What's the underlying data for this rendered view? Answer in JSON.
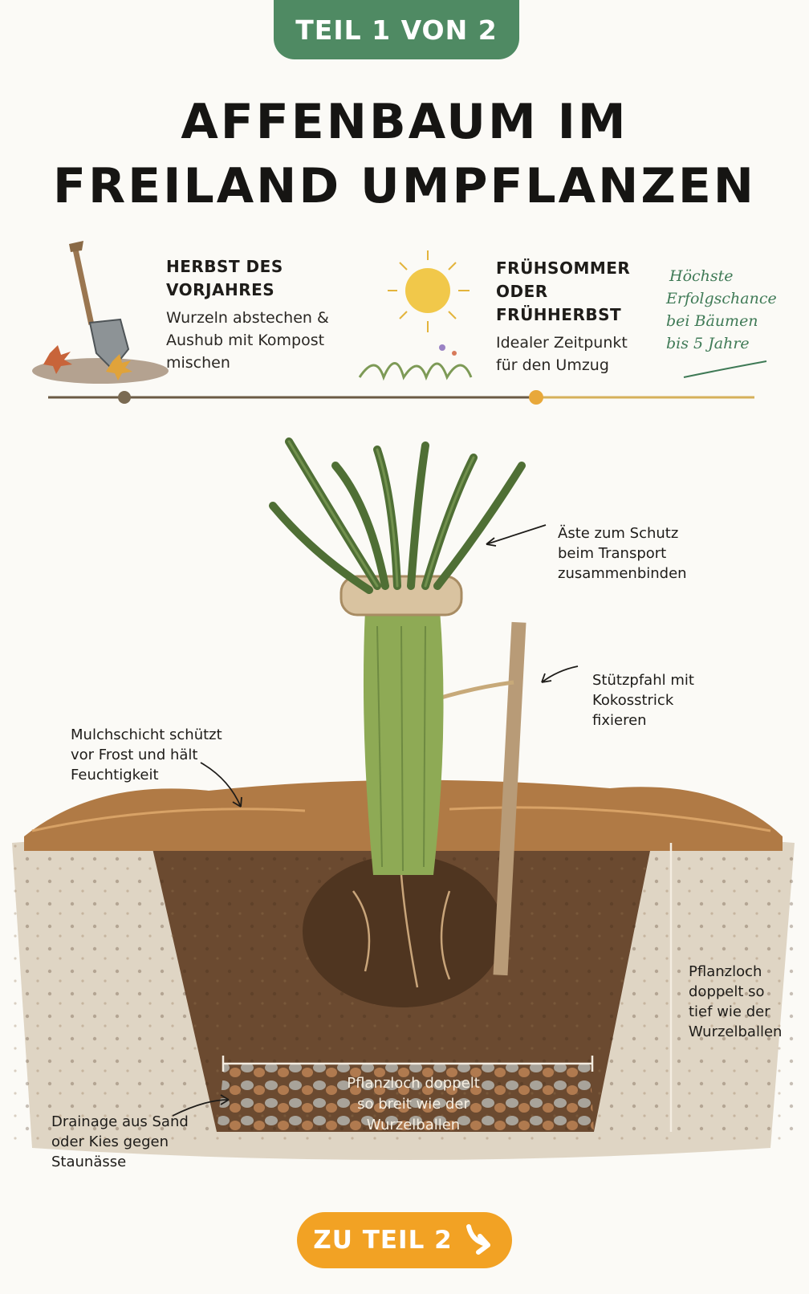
{
  "header": {
    "badge": "TEIL 1 VON 2",
    "title_line1": "AFFENBAUM IM",
    "title_line2": "FREILAND UMPFLANZEN"
  },
  "timeline": {
    "step1": {
      "heading_line1": "HERBST DES",
      "heading_line2": "VORJAHRES",
      "text_line1": "Wurzeln abstechen &",
      "text_line2": "Aushub mit Kompost",
      "text_line3": "mischen",
      "icon": "shovel-icon"
    },
    "step2": {
      "heading_line1": "FRÜHSOMMER",
      "heading_line2": "ODER",
      "heading_line3": "FRÜHHERBST",
      "text_line1": "Idealer Zeitpunkt",
      "text_line2": "für den Umzug",
      "icon": "sun-icon"
    },
    "note_line1": "Höchste",
    "note_line2": "Erfolgschance",
    "note_line3": "bei Bäumen",
    "note_line4": "bis 5 Jahre"
  },
  "annotations": {
    "branches": [
      "Äste zum Schutz",
      "beim Transport",
      "zusammenbinden"
    ],
    "stake": [
      "Stützpfahl mit",
      "Kokosstrick",
      "fixieren"
    ],
    "mulch": [
      "Mulchschicht schützt",
      "vor Frost und hält",
      "Feuchtigkeit"
    ],
    "depth": [
      "Pflanzloch",
      "doppelt so",
      "tief wie der",
      "Wurzelballen"
    ],
    "width": [
      "Pflanzloch doppelt",
      "so breit wie der",
      "Wurzelballen"
    ],
    "drainage": [
      "Drainage aus Sand",
      "oder Kies gegen",
      "Staunässe"
    ]
  },
  "cta": {
    "label": "ZU TEIL 2",
    "icon": "arrow-down-right-icon"
  },
  "colors": {
    "badge": "#4f8a63",
    "cta": "#f2a224",
    "soil": "#6b4a30",
    "mulch": "#b07a45",
    "plant": "#8eaa55"
  }
}
